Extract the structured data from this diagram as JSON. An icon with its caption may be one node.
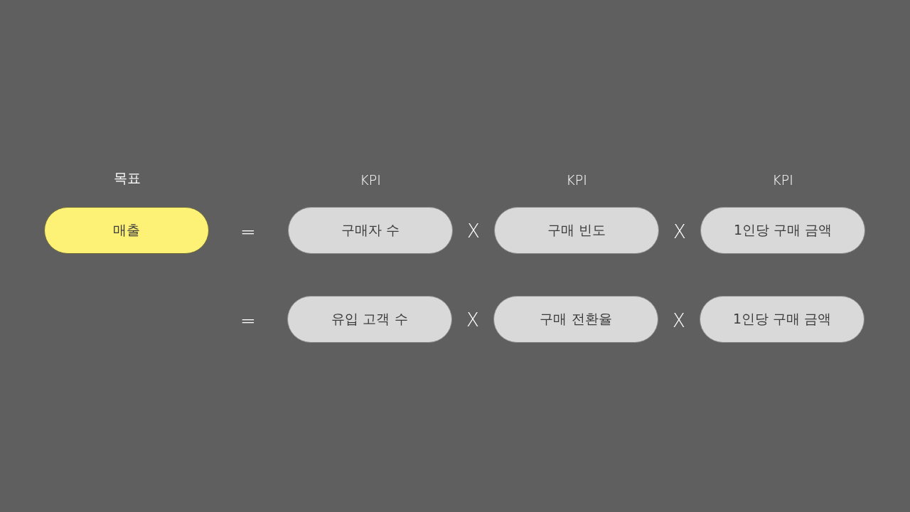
{
  "diagram": {
    "nodes": [
      {
        "text": [
          "매출"
        ]
      },
      {
        "text": [
          "구매자 수"
        ]
      },
      {
        "text": [
          "구매 빈도"
        ]
      },
      {
        "text": [
          "1인당 구매 금액"
        ]
      },
      {
        "text": [
          "유입 고객 수"
        ]
      },
      {
        "text": [
          "구매 전환율"
        ]
      },
      {
        "text": [
          "1인당 구매 금액"
        ]
      }
    ],
    "labels": [
      "목표",
      "KPI",
      "KPI",
      "KPI",
      "=",
      "X",
      "X",
      "=",
      "X",
      "X"
    ]
  }
}
